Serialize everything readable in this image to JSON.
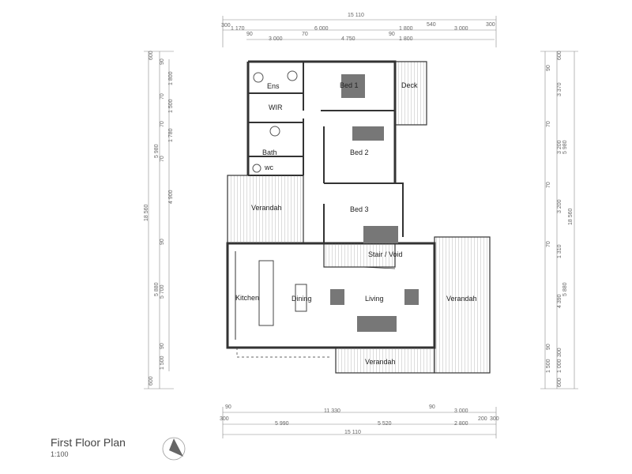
{
  "title": "First Floor Plan",
  "scale": "1:100",
  "rooms": {
    "ens": "Ens",
    "bed1": "Bed 1",
    "deck": "Deck",
    "wir": "WIR",
    "bed2": "Bed 2",
    "bath": "Bath",
    "wc": "wc",
    "verandah_left": "Verandah",
    "bed3": "Bed 3",
    "stair": "Stair / Void",
    "kitchen": "Kitchen",
    "dining": "Dining",
    "living": "Living",
    "verandah_right": "Verandah",
    "verandah_bottom": "Verandah"
  },
  "dims": {
    "top_total": "15 110",
    "top_a": "300",
    "top_b": "1 170",
    "top_c": "6 000",
    "top_d": "1 800",
    "top_e": "540",
    "top_f": "3 000",
    "top_g": "300",
    "top2_a": "90",
    "top2_b": "3 000",
    "top2_c": "70",
    "top2_d": "4 750",
    "top2_e": "90",
    "top2_f": "1 800",
    "bot_a": "90",
    "bot_b": "11 330",
    "bot_c": "90",
    "bot_d": "3 000",
    "bot2_a": "300",
    "bot2_b": "5 990",
    "bot2_c": "5 520",
    "bot2_d": "2 800",
    "bot2_e": "200",
    "bot2_f": "300",
    "bot_total": "15 110",
    "left_total": "18 560",
    "left_a": "600",
    "left_b": "90",
    "left_c": "1 800",
    "left_d": "70",
    "left_e": "1 500",
    "left_f": "70",
    "left_g": "1 780",
    "left_h": "5 980",
    "left_i": "70",
    "left_j": "4 900",
    "left_k": "90",
    "left_l": "5 880",
    "left_m": "5 700",
    "left_n": "90",
    "left_o": "1 500",
    "left_p": "600",
    "right_total": "18 560",
    "right_a": "600",
    "right_b": "90",
    "right_c": "3 370",
    "right_d": "70",
    "right_e": "3 200",
    "right_f": "5 980",
    "right_g": "70",
    "right_h": "3 200",
    "right_i": "70",
    "right_j": "1 310",
    "right_k": "5 880",
    "right_l": "4 390",
    "right_m": "90",
    "right_n": "300",
    "right_o": "1 500",
    "right_p": "1 000",
    "right_q": "600"
  }
}
